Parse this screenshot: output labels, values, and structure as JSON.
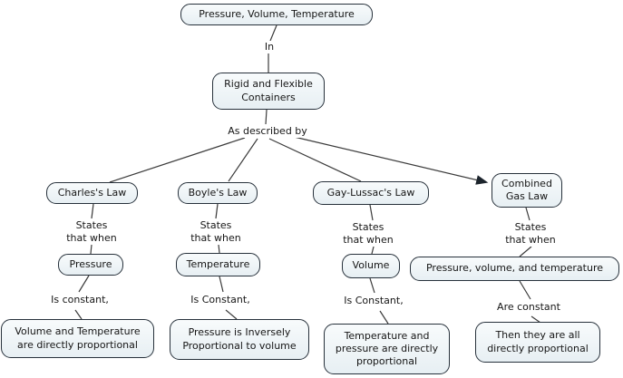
{
  "palette": {
    "background": "#ffffff",
    "node_fill_top": "#f8fbfc",
    "node_fill_bottom": "#e7eff3",
    "node_border": "#27313b",
    "line_color": "#3b3b3b",
    "text_color": "#161616"
  },
  "nodes": {
    "root": {
      "label": "Pressure, Volume, Temperature"
    },
    "containers": {
      "label": "Rigid and Flexible Containers"
    },
    "charles_law": {
      "label": "Charles's Law"
    },
    "boyles_law": {
      "label": "Boyle's Law"
    },
    "gay_lussacs_law": {
      "label": "Gay-Lussac's Law"
    },
    "combined_gas_law": {
      "label": "Combined Gas Law"
    },
    "charles_condition": {
      "label": "Pressure"
    },
    "boyles_condition": {
      "label": "Temperature"
    },
    "gay_lussacs_condition": {
      "label": "Volume"
    },
    "combined_condition": {
      "label": "Pressure, volume, and temperature"
    },
    "charles_conclusion": {
      "label": "Volume and Temperature are directly proportional"
    },
    "boyles_conclusion": {
      "label": "Pressure is Inversely Proportional to volume"
    },
    "gay_lussacs_conclusion": {
      "label": "Temperature and pressure are directly proportional"
    },
    "combined_conclusion": {
      "label": "Then they are all directly proportional"
    }
  },
  "link_labels": {
    "in": "In",
    "as_described_by": "As described by",
    "charles_states": "States\nthat when",
    "boyles_states": "States\nthat when",
    "gay_lussacs_states": "States\nthat when",
    "combined_states": "States\nthat when",
    "charles_constant": "Is constant,",
    "boyles_constant": "Is Constant,",
    "gay_lussacs_constant": "Is Constant,",
    "combined_constant": "Are constant"
  }
}
